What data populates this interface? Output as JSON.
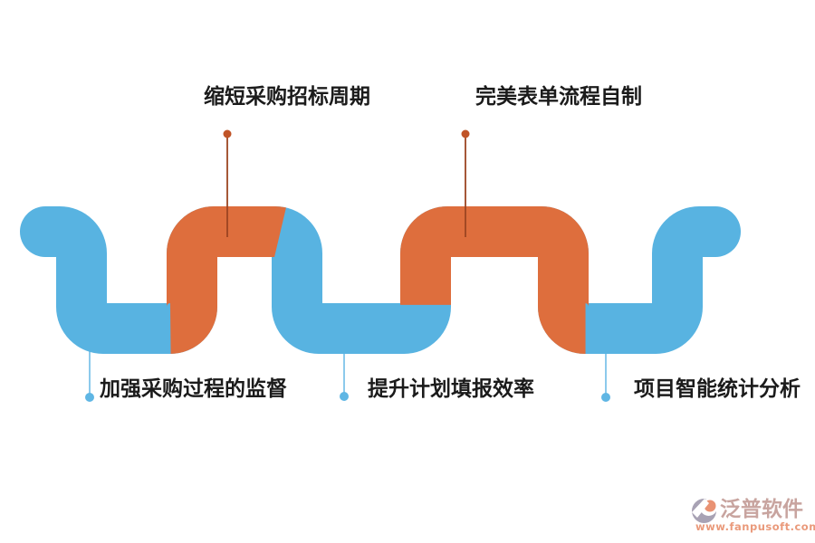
{
  "callouts": {
    "top": [
      {
        "label": "缩短采购招标周期"
      },
      {
        "label": "完美表单流程自制"
      }
    ],
    "bottom": [
      {
        "label": "加强采购过程的监督"
      },
      {
        "label": "提升计划填报效率"
      },
      {
        "label": "项目智能统计分析"
      }
    ]
  },
  "watermark": {
    "brand": "泛普软件",
    "url": "www.fanpusoft.com"
  },
  "colors": {
    "wave_blue": "#58B3E1",
    "wave_orange": "#DE6E3D",
    "callout_line_blue": "#7FC4EA",
    "callout_dot_blue": "#5FB6E4",
    "callout_line_orange": "#9C4522",
    "callout_dot_orange": "#C05427",
    "text": "#1B1B1B",
    "brand_text": "#C8A49F",
    "brand_url": "#EA9A7B",
    "brand_icon_gray": "#A8A2B4",
    "brand_icon_coral": "#E99273"
  }
}
